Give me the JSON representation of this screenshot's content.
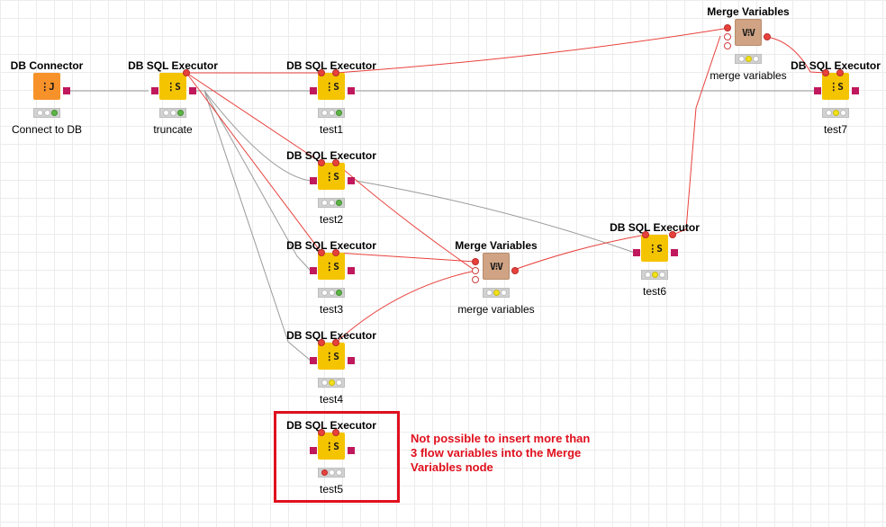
{
  "workflow": {
    "nodes": [
      {
        "key": "connector",
        "title": "DB Connector",
        "label": "Connect to DB",
        "icon": "db-connector-icon",
        "status": "green"
      },
      {
        "key": "truncate",
        "title": "DB SQL Executor",
        "label": "truncate",
        "icon": "sql-executor-icon",
        "status": "green"
      },
      {
        "key": "test1",
        "title": "DB SQL Executor",
        "label": "test1",
        "icon": "sql-executor-icon",
        "status": "green"
      },
      {
        "key": "test2",
        "title": "DB SQL Executor",
        "label": "test2",
        "icon": "sql-executor-icon",
        "status": "green"
      },
      {
        "key": "test3",
        "title": "DB SQL Executor",
        "label": "test3",
        "icon": "sql-executor-icon",
        "status": "green"
      },
      {
        "key": "test4",
        "title": "DB SQL Executor",
        "label": "test4",
        "icon": "sql-executor-icon",
        "status": "yellow"
      },
      {
        "key": "test5",
        "title": "DB SQL Executor",
        "label": "test5",
        "icon": "sql-executor-icon",
        "status": "red"
      },
      {
        "key": "merge1",
        "title": "Merge Variables",
        "label": "merge variables",
        "icon": "merge-variables-icon",
        "status": "yellow"
      },
      {
        "key": "test6",
        "title": "DB SQL Executor",
        "label": "test6",
        "icon": "sql-executor-icon",
        "status": "yellow"
      },
      {
        "key": "merge2",
        "title": "Merge Variables",
        "label": "merge variables",
        "icon": "merge-variables-icon",
        "status": "yellow"
      },
      {
        "key": "test7",
        "title": "DB SQL Executor",
        "label": "test7",
        "icon": "sql-executor-icon",
        "status": "yellow"
      }
    ]
  },
  "annotation": {
    "text": "Not possible to insert more than 3 flow variables into the Merge Variables node"
  },
  "colors": {
    "flow_variable_connection": "#e8413c",
    "db_connection": "#9a9a9a",
    "db_port": "#c0185c",
    "connector_node": "#f7922a",
    "executor_node": "#f5c400",
    "merge_node": "#cfa383",
    "annotation": "#e0101e"
  }
}
